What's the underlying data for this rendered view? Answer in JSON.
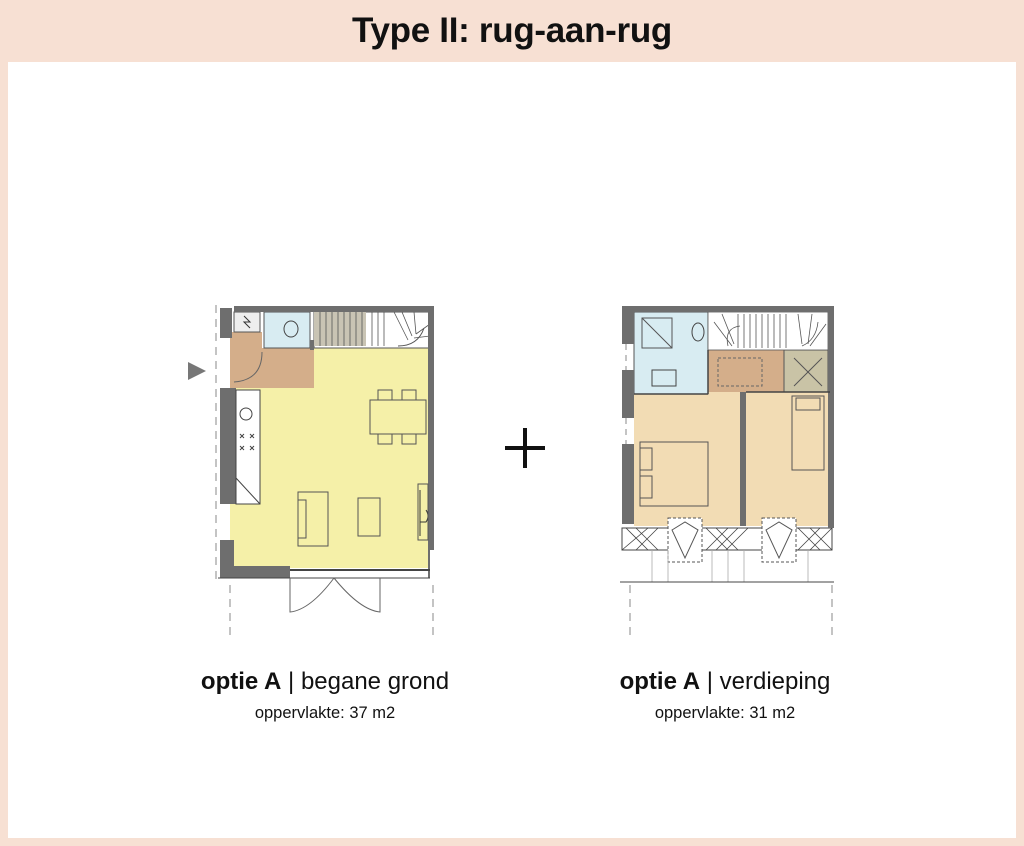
{
  "title": "Type II: rug-aan-rug",
  "plans": [
    {
      "option": "optie A",
      "separator": "|",
      "floor": "begane grond",
      "area_label": "oppervlakte:",
      "area_value": "37 m2"
    },
    {
      "option": "optie A",
      "separator": "|",
      "floor": "verdieping",
      "area_label": "oppervlakte:",
      "area_value": "31 m2"
    }
  ],
  "colors": {
    "background": "#f7e0d3",
    "living_room": "#f5f0a8",
    "hall_brown": "#d4ae8a",
    "bedroom": "#f2dcb4",
    "bathroom": "#d8ecf2",
    "wall": "#6e6e6e"
  },
  "icons": [
    "entrance-arrow-icon",
    "plus-icon"
  ]
}
